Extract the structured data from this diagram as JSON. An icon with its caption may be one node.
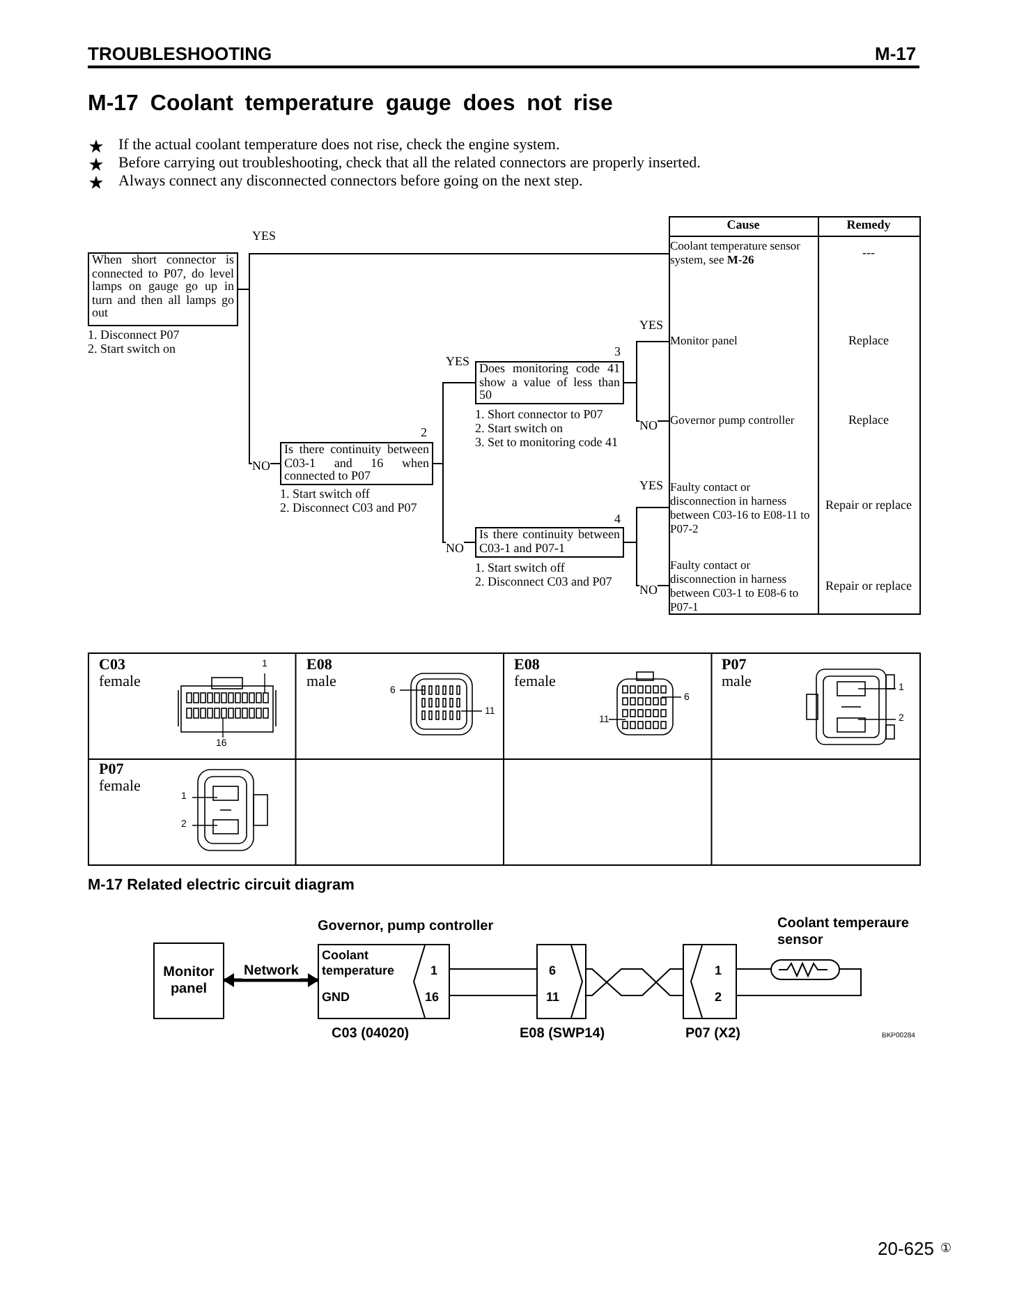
{
  "diagram": {
    "title": "M-17 Coolant temperature gauge does not rise",
    "nodes": [
      {
        "text": [
          "When short connector is connected to P07, do level lamps on gauge go up in turn and then all lamps go out"
        ],
        "beside": [
          "1. Disconnect P07",
          "2. Start switch on"
        ]
      },
      {
        "text": [
          "Is there continuity between C03-1 and 16 when connected to P07"
        ],
        "beside": [
          "2",
          "1. Start switch off",
          "2. Disconnect C03 and P07"
        ]
      },
      {
        "text": [
          "Does monitoring code 41 show a value of less than 50"
        ],
        "beside": [
          "3",
          "1. Short connector to P07",
          "2. Start switch on",
          "3. Set to monitoring code 41"
        ]
      },
      {
        "text": [
          "Is there continuity between C03-1 and P07-1"
        ],
        "beside": [
          "4",
          "1. Start switch off",
          "2. Disconnect C03 and P07"
        ]
      },
      {
        "text": [
          "Coolant temperature sensor system, see **M-26**"
        ]
      },
      {
        "text": [
          "Monitor panel"
        ]
      },
      {
        "text": [
          "Governor pump controller"
        ]
      },
      {
        "text": [
          "Faulty contact or disconnection in harness between C03-16 to E08-11 to P07-2"
        ]
      },
      {
        "text": [
          "Faulty contact or disconnection in harness between C03-1 to E08-6 to P07-1"
        ]
      },
      {
        "text": [
          "Monitor panel"
        ]
      },
      {
        "text": [
          "Coolant temperature",
          "GND",
          "1",
          "16"
        ],
        "beside": [
          "Governor, pump controller",
          "C03 (04020)"
        ]
      },
      {
        "text": [
          "6",
          "11"
        ],
        "beside": [
          "E08 (SWP14)"
        ]
      },
      {
        "text": [
          "1",
          "2"
        ],
        "beside": [
          "P07 (X2)"
        ]
      },
      {
        "text": [],
        "shape": "oval",
        "beside": [
          "Coolant temperaure sensor"
        ]
      }
    ],
    "edges": [
      {
        "from": 0,
        "to": 4,
        "arrow": "none",
        "label": "YES"
      },
      {
        "from": 0,
        "to": 1,
        "arrow": "none",
        "label": "NO"
      },
      {
        "from": 1,
        "to": 2,
        "arrow": "none",
        "label": "YES"
      },
      {
        "from": 1,
        "to": 3,
        "arrow": "none",
        "label": "NO"
      },
      {
        "from": 2,
        "to": 5,
        "arrow": "none",
        "label": "YES"
      },
      {
        "from": 2,
        "to": 6,
        "arrow": "none",
        "label": "NO"
      },
      {
        "from": 3,
        "to": 7,
        "arrow": "none",
        "label": "YES"
      },
      {
        "from": 3,
        "to": 8,
        "arrow": "none",
        "label": "NO"
      },
      {
        "from": 9,
        "to": 10,
        "arrow": "both",
        "label": "Network",
        "style": "thick"
      },
      {
        "from": 10,
        "to": 11,
        "arrow": "none"
      },
      {
        "from": 10,
        "to": 11,
        "arrow": "none"
      },
      {
        "from": 11,
        "to": 12,
        "arrow": "none"
      },
      {
        "from": 11,
        "to": 12,
        "arrow": "none"
      },
      {
        "from": 12,
        "to": 13,
        "arrow": "none"
      },
      {
        "from": 12,
        "to": 13,
        "arrow": "none"
      }
    ],
    "labels": [
      "TROUBLESHOOTING",
      "M-17",
      "If the actual coolant temperature does not rise, check the engine system.",
      "Before carrying out troubleshooting, check that all the related connectors are properly inserted.",
      "Always connect any disconnected connectors before going on the next step.",
      "Cause",
      "Remedy",
      "---",
      "Replace",
      "Replace",
      "Repair or replace",
      "Repair or replace",
      "C03",
      "female",
      "1",
      "16",
      "E08",
      "male",
      "6",
      "11",
      "E08",
      "female",
      "6",
      "11",
      "P07",
      "male",
      "1",
      "2",
      "P07",
      "female",
      "1",
      "2",
      "M-17 Related electric circuit diagram",
      "BKP00284",
      "20-625",
      "①"
    ]
  }
}
